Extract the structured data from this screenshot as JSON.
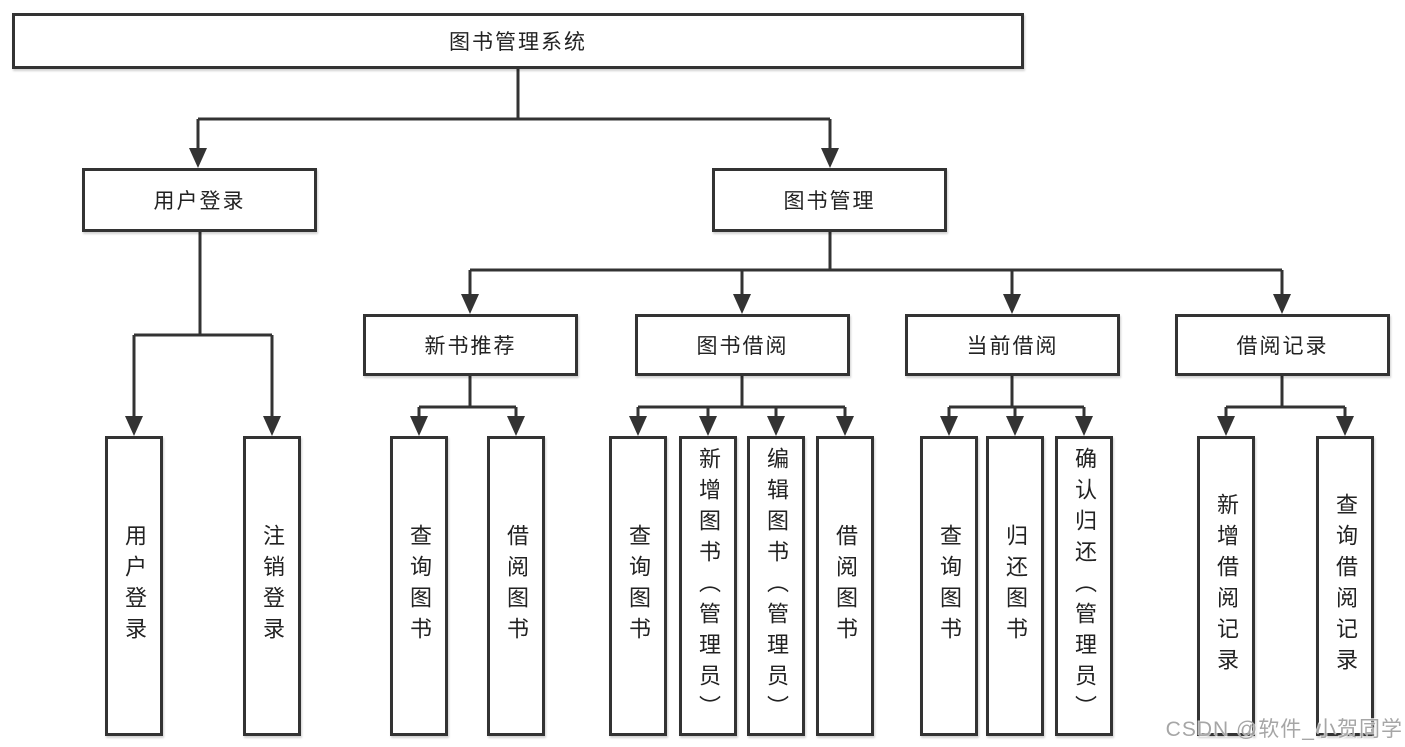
{
  "colors": {
    "line": "#333333",
    "border": "#333333",
    "text": "#222222",
    "watermark": "#a6a6a6",
    "background": "#ffffff"
  },
  "tree": {
    "root": "图书管理系统",
    "level2": {
      "user_login": "用户登录",
      "book_mgmt": "图书管理"
    },
    "level3": {
      "new_book_rec": "新书推荐",
      "book_borrow": "图书借阅",
      "current_borrow": "当前借阅",
      "borrow_record": "借阅记录"
    },
    "leaves": {
      "user_login": [
        "用户登录",
        "注销登录"
      ],
      "new_book_rec": [
        "查询图书",
        "借阅图书"
      ],
      "book_borrow": [
        "查询图书",
        "新增图书（管理员）",
        "编辑图书（管理员）",
        "借阅图书"
      ],
      "current_borrow": [
        "查询图书",
        "归还图书",
        "确认归还（管理员）"
      ],
      "borrow_record": [
        "新增借阅记录",
        "查询借阅记录"
      ]
    }
  },
  "watermark": {
    "text": "CSDN @软件_小贺同学"
  }
}
